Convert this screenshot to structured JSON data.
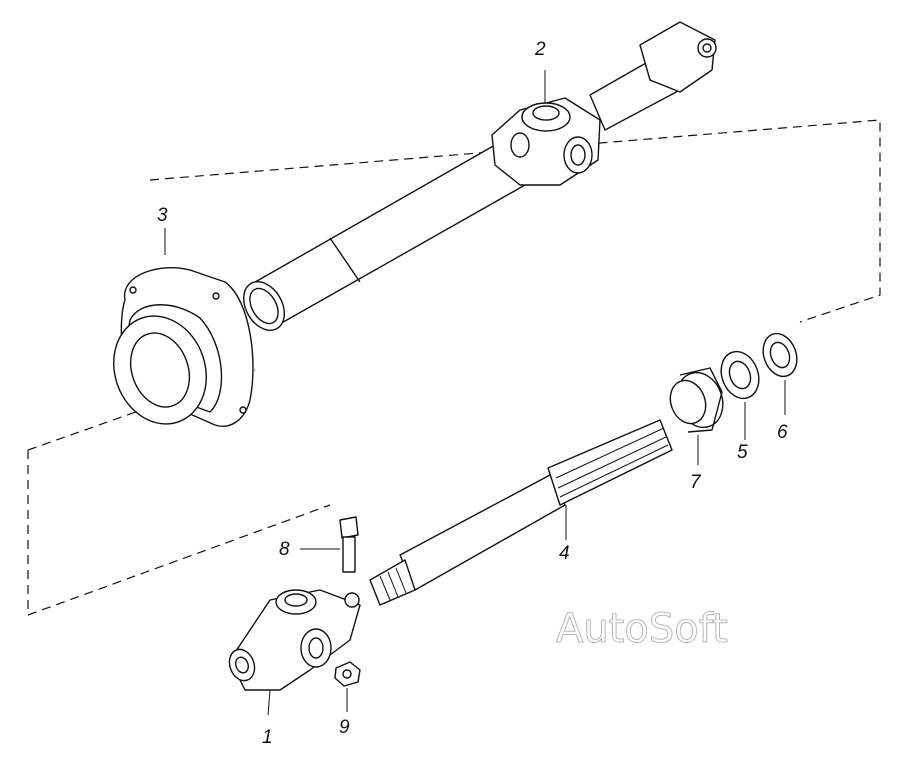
{
  "callouts": {
    "c1": "1",
    "c2": "2",
    "c3": "3",
    "c4": "4",
    "c5": "5",
    "c6": "6",
    "c7": "7",
    "c8": "8",
    "c9": "9"
  },
  "watermark": "AutoSoft",
  "colors": {
    "ink": "#111111",
    "paper": "#ffffff",
    "watermark_outline": "#b8b8b8"
  }
}
